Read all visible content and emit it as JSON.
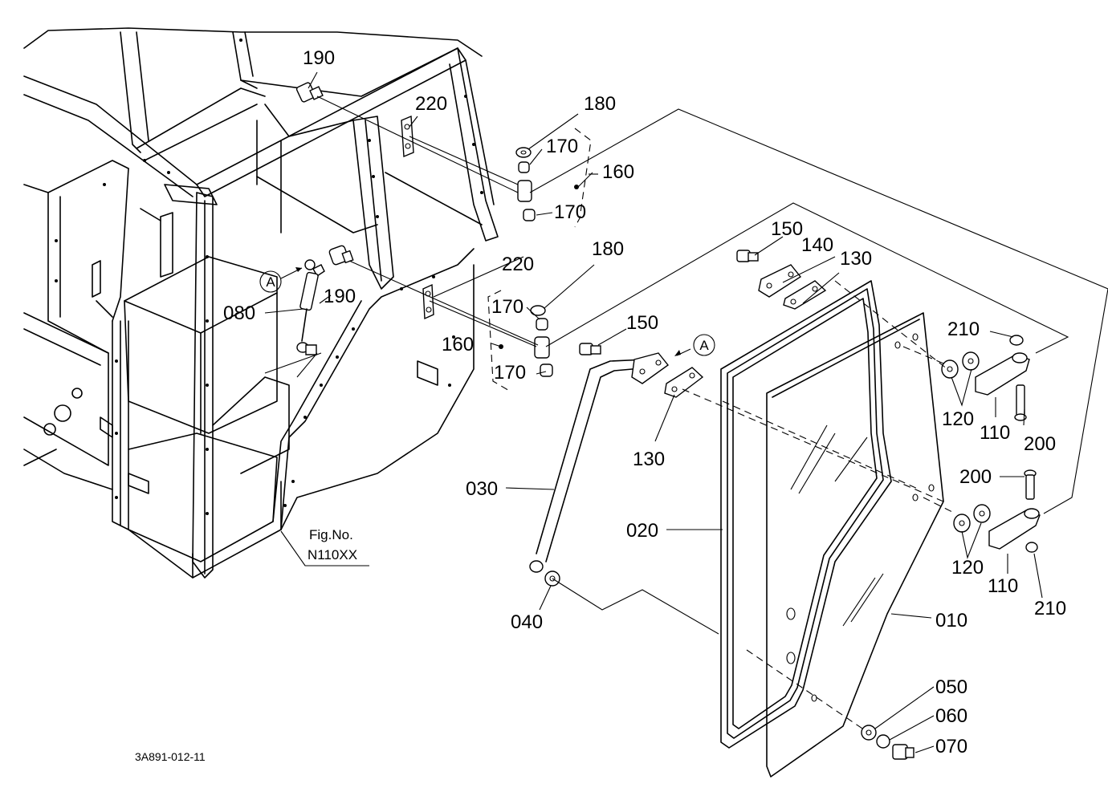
{
  "callouts": {
    "c190a": "190",
    "c190b": "190",
    "c220a": "220",
    "c220b": "220",
    "c180a": "180",
    "c180b": "180",
    "c170a": "170",
    "c170b": "170",
    "c170c": "170",
    "c170d": "170",
    "c160a": "160",
    "c160b": "160",
    "c150a": "150",
    "c150b": "150",
    "c140": "140",
    "c130a": "130",
    "c130b": "130",
    "c080": "080",
    "c030": "030",
    "c020": "020",
    "c040": "040",
    "c010": "010",
    "c210a": "210",
    "c210b": "210",
    "c120a": "120",
    "c120b": "120",
    "c110a": "110",
    "c110b": "110",
    "c200a": "200",
    "c200b": "200",
    "c050": "050",
    "c060": "060",
    "c070": "070",
    "markA1": "A",
    "markA2": "A"
  },
  "fig_ref": {
    "line1": "Fig.No.",
    "line2": "N110XX"
  },
  "drawing_code": "3A891-012-11"
}
